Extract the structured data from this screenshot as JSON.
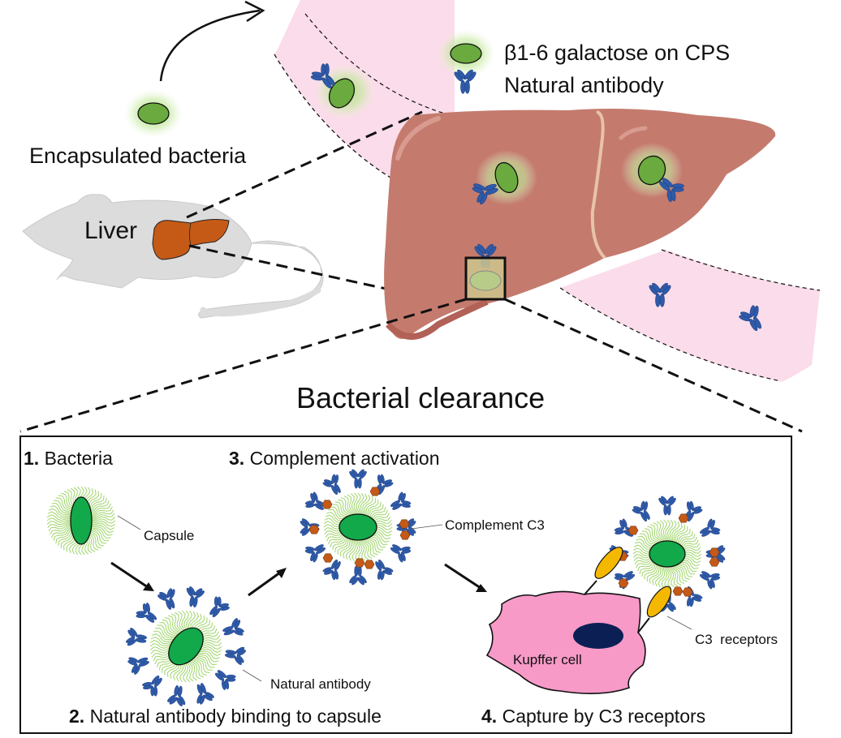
{
  "figure": {
    "top": {
      "encapsulated_bacteria_label": "Encapsulated bacteria",
      "mouse_organ_label": "Liver",
      "legend": [
        {
          "icon": "glowing-bacterium-icon",
          "label": "β1-6 galactose on CPS"
        },
        {
          "icon": "antibody-icon",
          "label": "Natural antibody"
        }
      ]
    },
    "section_title": "Bacterial clearance",
    "steps": [
      {
        "number": "1.",
        "title": "Bacteria",
        "callout": "Capsule"
      },
      {
        "number": "2.",
        "title": "Natural antibody binding to capsule",
        "callout": "Natural antibody"
      },
      {
        "number": "3.",
        "title": "Complement activation",
        "callout": "Complement C3"
      },
      {
        "number": "4.",
        "title": "Capture by C3 receptors",
        "callout": "C3  receptors",
        "cell_label": "Kupffer cell"
      }
    ],
    "colors": {
      "bacteria_green": "#6aaa3f",
      "bacteria_body_green": "#12a94a",
      "capsule_green": "#9fd46a",
      "antibody_blue": "#2f5aa8",
      "complement_orange": "#c45a17",
      "receptor_yellow": "#f5b800",
      "kupffer_pink": "#f79ac8",
      "nucleus_navy": "#0b1f55",
      "liver_brown": "#c47b6e",
      "mouse_liver": "#c55a17",
      "mouse_gray": "#dcdcdc",
      "vessel_pink": "#fbdcea"
    }
  }
}
